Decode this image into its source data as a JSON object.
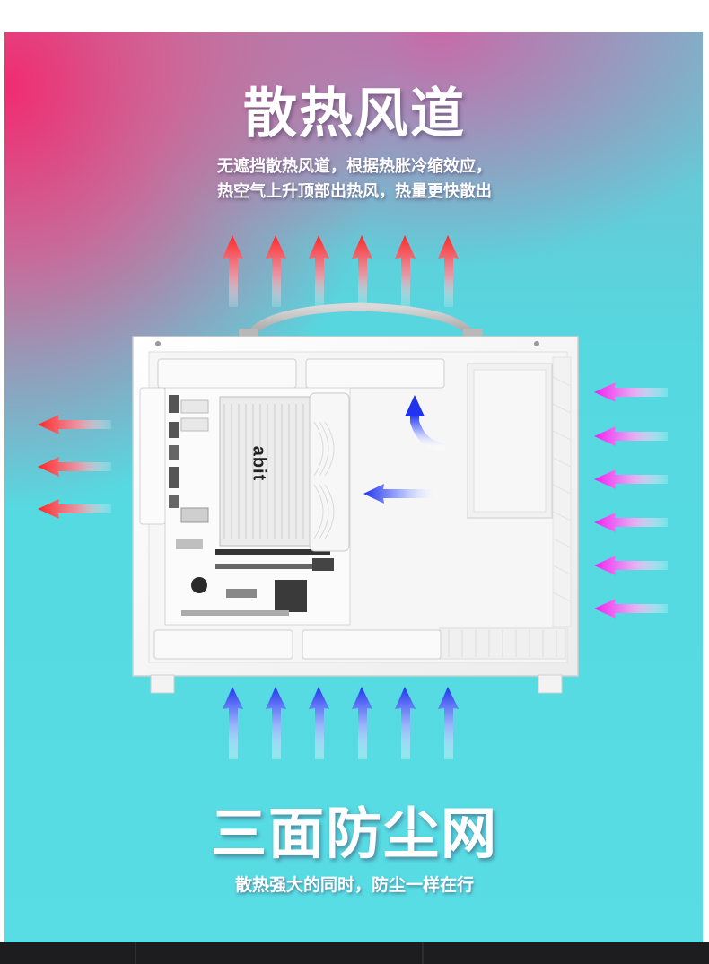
{
  "heading_top": "散热风道",
  "desc_top_line1": "无遮挡散热风道，根据热胀冷缩效应，",
  "desc_top_line2": "热空气上升顶部出热风，热量更快散出",
  "heading_bottom": "三面防尘网",
  "desc_bottom": "散热强大的同时，防尘一样在行",
  "board_logo": "abit",
  "colors": {
    "pink": "#f0336e",
    "cyan": "#55dbe3",
    "hot_arrow": "#ff3b3b",
    "cool_arrow": "#2f3cf2",
    "side_arrow": "#f02cf0"
  },
  "icons": [
    "hot-air-up-arrow-icon",
    "exhaust-left-arrow-icon",
    "intake-up-arrow-icon",
    "intake-left-arrow-icon",
    "airflow-curve-arrow-icon"
  ]
}
